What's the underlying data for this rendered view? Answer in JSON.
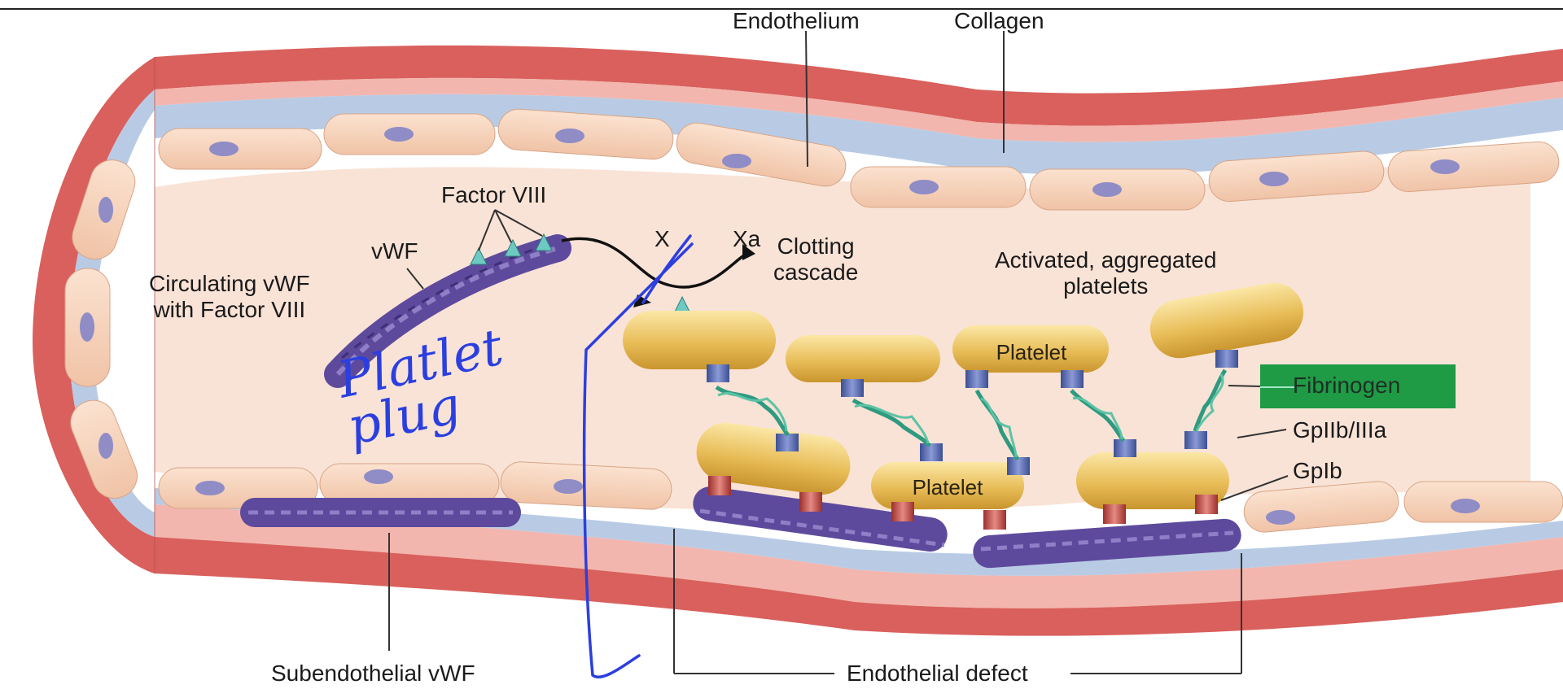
{
  "labels": {
    "endothelium": "Endothelium",
    "collagen": "Collagen",
    "factor_viii": "Factor VIII",
    "vwf": "vWF",
    "circulating": "Circulating vWF\nwith Factor VIII",
    "x": "X",
    "xa": "Xa",
    "clotting_cascade": "Clotting\ncascade",
    "activated_platelets": "Activated, aggregated\nplatelets",
    "platelet_top": "Platelet",
    "platelet_bottom": "Platelet",
    "fibrinogen": "Fibrinogen",
    "gp2b3a": "GpIIb/IIIa",
    "gp1b": "GpIb",
    "subendothelial_vwf": "Subendothelial vWF",
    "endothelial_defect": "Endothelial defect"
  },
  "annotations": {
    "handwritten": "Platlet\nplug"
  },
  "colors": {
    "vessel_wall_red": "#d9605c",
    "vessel_wall_pink": "#f2b6ae",
    "basement_blue": "#b9cbe4",
    "endothelial_cell": "#f6d2bb",
    "nucleus": "#8f8cc6",
    "lumen": "#f9e3d6",
    "platelet_gold": "#e8bd58",
    "vwf_purple": "#5e4a9c",
    "fibrinogen_teal": "#2e9a80",
    "receptor_blue": "#5166b0",
    "receptor_red": "#c0453f",
    "highlight_green": "#1f9a45",
    "pen_blue": "#2b3fe0"
  }
}
